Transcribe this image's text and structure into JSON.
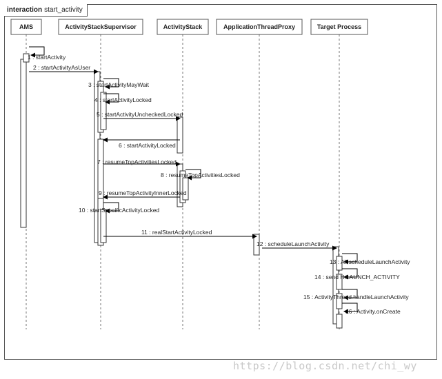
{
  "frame": {
    "keyword": "interaction",
    "name": "start_activity"
  },
  "participants": [
    {
      "id": "ams",
      "label": "AMS"
    },
    {
      "id": "supervisor",
      "label": "ActivityStackSupervisor"
    },
    {
      "id": "stack",
      "label": "ActivityStack"
    },
    {
      "id": "proxy",
      "label": "ApplicationThreadProxy"
    },
    {
      "id": "target",
      "label": "Target Process"
    }
  ],
  "messages": [
    {
      "label": "1 : startActivity",
      "kind": "self",
      "from": "ams",
      "to": "ams"
    },
    {
      "label": "2 : startActivityAsUser",
      "kind": "call",
      "from": "ams",
      "to": "supervisor"
    },
    {
      "label": "3 : startActivityMayWait",
      "kind": "self",
      "from": "supervisor",
      "to": "supervisor"
    },
    {
      "label": "4 : startActivityLocked",
      "kind": "self",
      "from": "supervisor",
      "to": "supervisor"
    },
    {
      "label": "5 : startActivityUncheckedLocked",
      "kind": "call",
      "from": "supervisor",
      "to": "stack"
    },
    {
      "label": "6 : startActivityLocked",
      "kind": "call",
      "from": "stack",
      "to": "supervisor"
    },
    {
      "label": "7 : resumeTopActivitiesLocked",
      "kind": "call",
      "from": "supervisor",
      "to": "stack"
    },
    {
      "label": "8 : resumeTopActivitiesLocked",
      "kind": "self",
      "from": "stack",
      "to": "stack"
    },
    {
      "label": "9 : resumeTopActivityInnerLocked",
      "kind": "call",
      "from": "stack",
      "to": "supervisor"
    },
    {
      "label": "10 : startSpecificActivityLocked",
      "kind": "self",
      "from": "supervisor",
      "to": "supervisor"
    },
    {
      "label": "11 : realStartActivityLocked",
      "kind": "call",
      "from": "supervisor",
      "to": "proxy"
    },
    {
      "label": "12 : scheduleLaunchActivity",
      "kind": "call",
      "from": "proxy",
      "to": "target"
    },
    {
      "label": "13 : AT.scheduleLaunchActivity",
      "kind": "self",
      "from": "target",
      "to": "target"
    },
    {
      "label": "14 : send H.LAUNCH_ACTIVITY",
      "kind": "self",
      "from": "target",
      "to": "target"
    },
    {
      "label": "15 : ActivityThread.handleLaunchActivity",
      "kind": "self",
      "from": "target",
      "to": "target"
    },
    {
      "label": "16 : Activity.onCreate",
      "kind": "self",
      "from": "target",
      "to": "target"
    }
  ],
  "watermark": "https://blog.csdn.net/chi_wy"
}
